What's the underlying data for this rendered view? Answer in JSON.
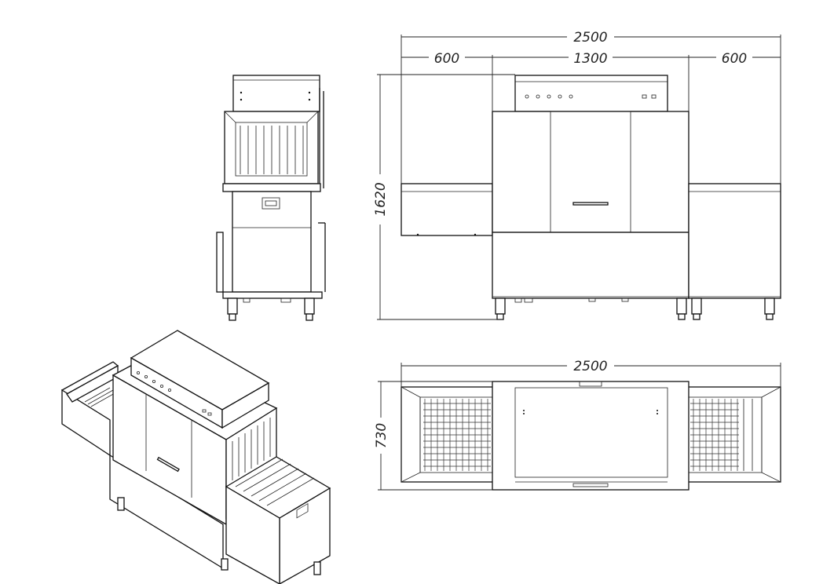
{
  "dimensions": {
    "front_total_width": "2500",
    "front_left_module": "600",
    "front_center_module": "1300",
    "front_right_module": "600",
    "front_height": "1620",
    "top_total_width": "2500",
    "top_depth": "730"
  },
  "colors": {
    "line": "#111111",
    "background": "#ffffff"
  }
}
